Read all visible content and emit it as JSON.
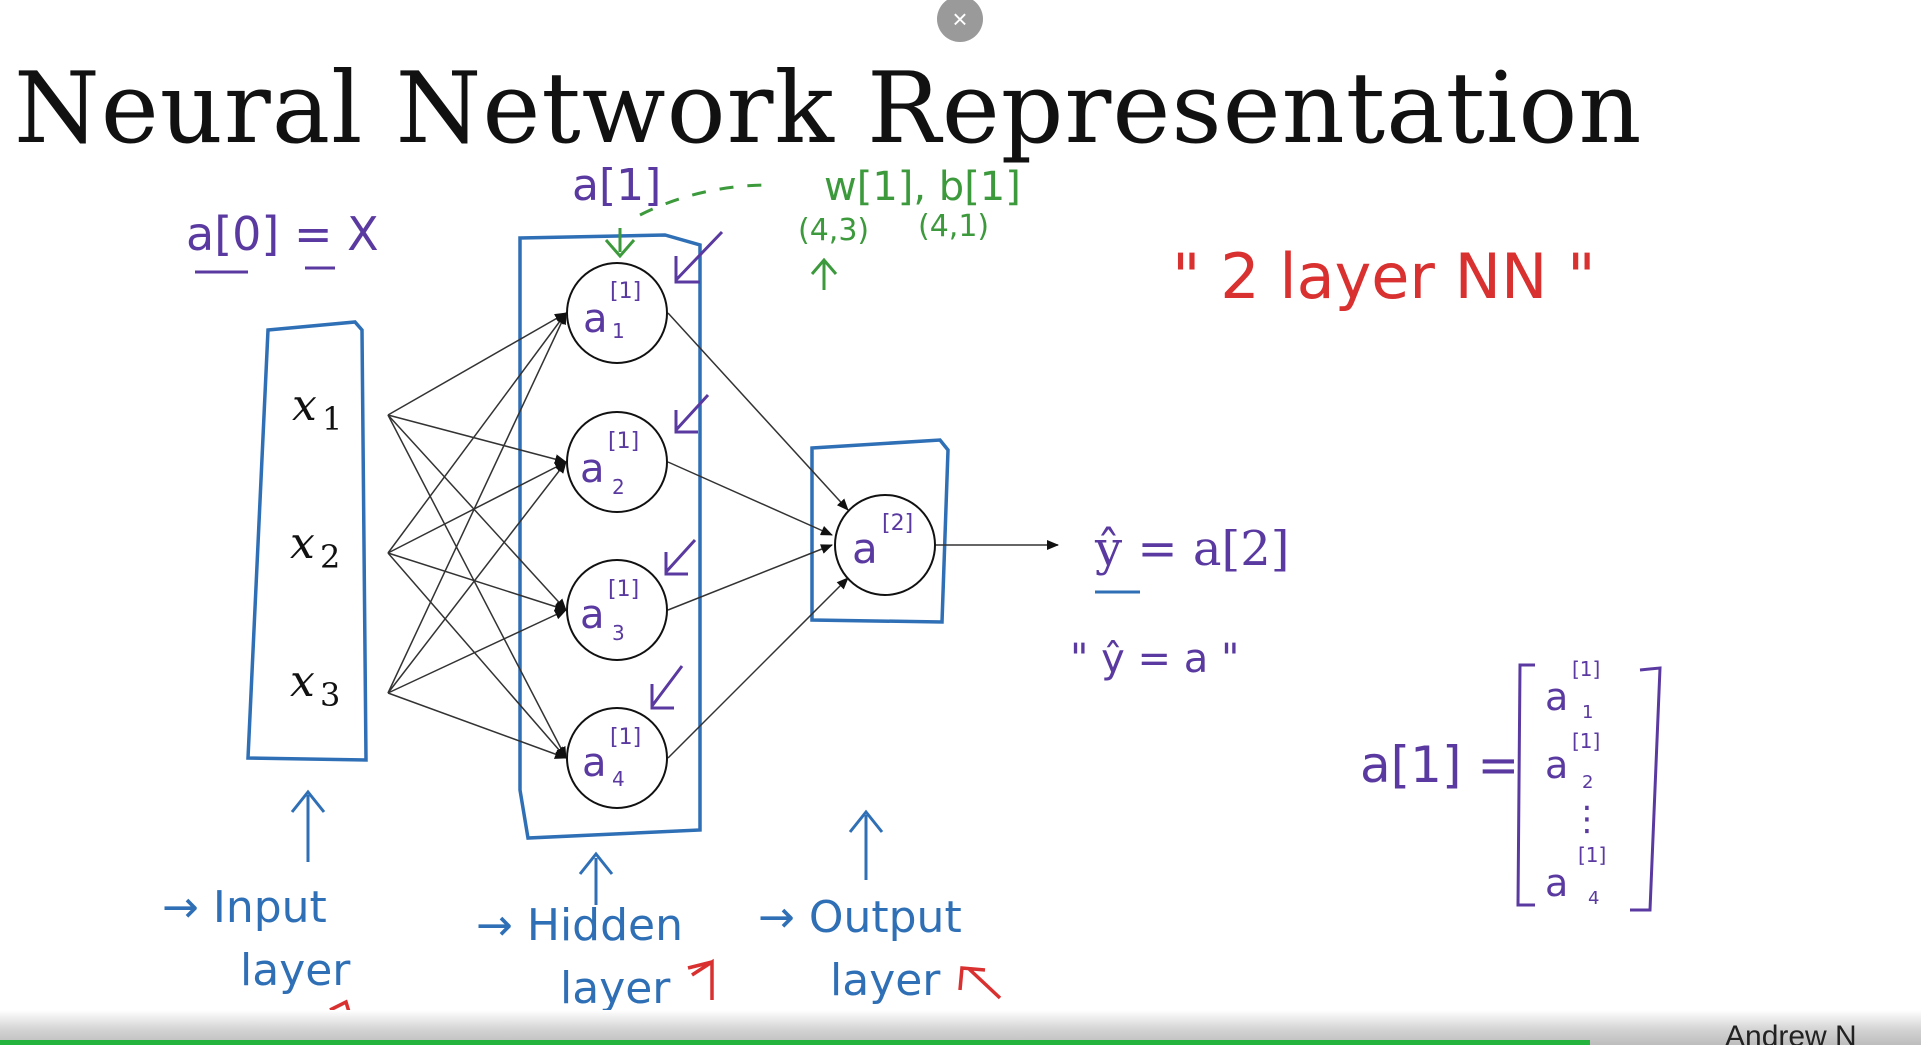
{
  "slide": {
    "title": "Neural Network Representation",
    "close_symbol": "×",
    "watermark": "Andrew N"
  },
  "annotations": {
    "a0_eq": "a[0] = X",
    "a1_label": "a[1]",
    "w1b1": "w[1], b[1]",
    "w_shape": "(4,3)",
    "b_shape": "(4,1)",
    "two_layer": "\" 2  layer  NN \"",
    "yhat_eq": "ŷ = a[2]",
    "yhat_alias": "\" ŷ = a \"",
    "a1_vector": "a[1] =",
    "input_layer": [
      "→ Input",
      "layer"
    ],
    "hidden_layer": [
      "→ Hidden",
      "layer"
    ],
    "output_layer": [
      "→ Output",
      "layer"
    ]
  },
  "network": {
    "inputs": [
      "x",
      "x",
      "x"
    ],
    "input_subscripts": [
      "1",
      "2",
      "3"
    ],
    "hidden_nodes": [
      {
        "base": "a",
        "sup": "[1]",
        "sub": "1"
      },
      {
        "base": "a",
        "sup": "[1]",
        "sub": "2"
      },
      {
        "base": "a",
        "sup": "[1]",
        "sub": "3"
      },
      {
        "base": "a",
        "sup": "[1]",
        "sub": "4"
      }
    ],
    "output_node": {
      "base": "a",
      "sup": "[2]"
    },
    "vector_entries": [
      {
        "base": "a",
        "sup": "[1]",
        "sub": "1"
      },
      {
        "base": "a",
        "sup": "[1]",
        "sub": "2"
      },
      {
        "base": "⋮",
        "sup": "",
        "sub": ""
      },
      {
        "base": "a",
        "sup": "[1]",
        "sub": "4"
      }
    ]
  },
  "colors": {
    "ink_black": "#1a1a1a",
    "ink_blue": "#2f6fb5",
    "ink_purple": "#5a3aa0",
    "ink_green": "#3c9a3c",
    "ink_red": "#d93030",
    "progress_green": "#24b33d"
  }
}
